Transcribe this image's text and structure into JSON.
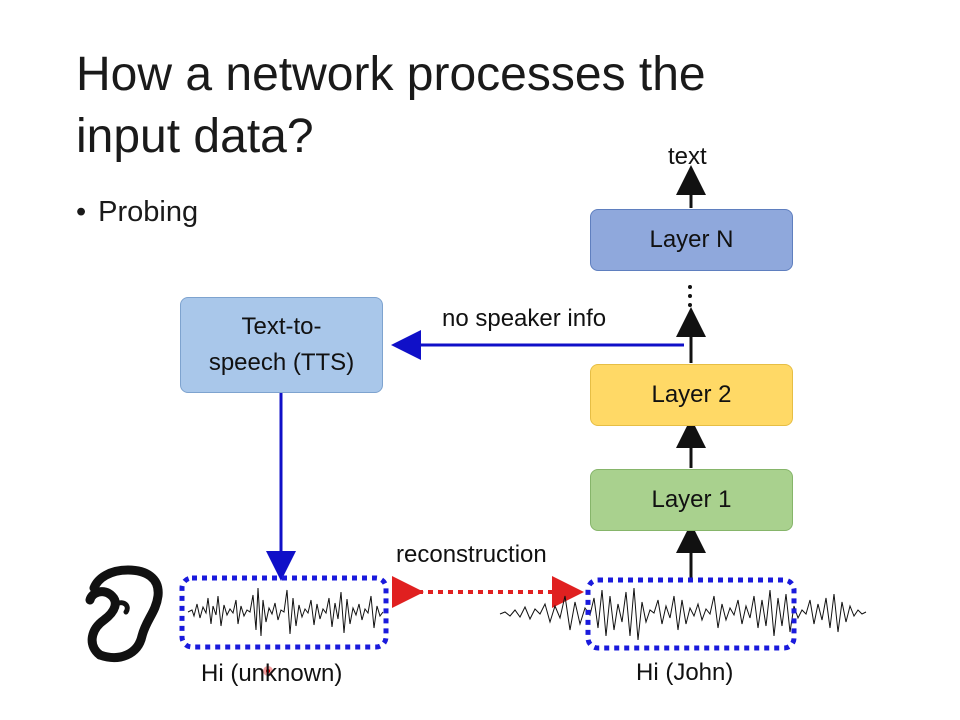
{
  "title": {
    "line1": "How a network processes the",
    "line2": "input data?"
  },
  "bullet": {
    "symbol": "•",
    "text": "Probing"
  },
  "diagram": {
    "tts_line1": "Text-to-",
    "tts_line2": "speech (TTS)",
    "layer_n": "Layer N",
    "layer_2": "Layer 2",
    "layer_1": "Layer 1",
    "output_label": "text",
    "no_speaker_label": "no speaker info",
    "reconstruction_label": "reconstruction",
    "hi_unknown": "Hi (unknown)",
    "hi_john": "Hi (John)"
  },
  "icons": {
    "ear": "ear-icon"
  },
  "colors": {
    "tts_fill": "#a9c7ea",
    "layer_n_fill": "#8fa8dc",
    "layer_2_fill": "#ffd966",
    "layer_1_fill": "#a9d18e",
    "blue_arrow": "#1010c8",
    "red_arrow": "#e02020",
    "dashed_box": "#1a1adc"
  }
}
